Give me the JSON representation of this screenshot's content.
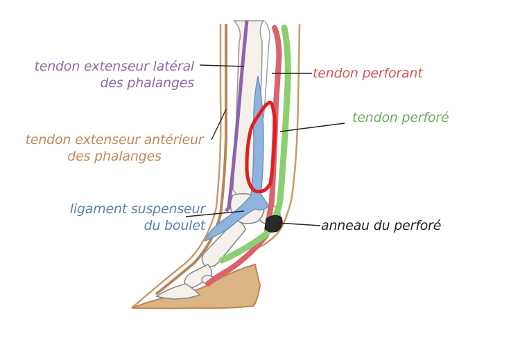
{
  "labels": {
    "lateral_extensor": {
      "line1": "tendon extenseur latéral",
      "line2": "des phalanges",
      "color": "#8a6aa6"
    },
    "anterior_extensor": {
      "line1": "tendon extenseur antérieur",
      "line2": "des phalanges",
      "color": "#c08a5a"
    },
    "suspensory": {
      "line1": "ligament suspenseur",
      "line2": "du boulet",
      "color": "#5a7fb0"
    },
    "deep_flexor": {
      "line1": "tendon perforant",
      "color": "#d2555c"
    },
    "superficial_flexor": {
      "line1": "tendon perforé",
      "color": "#6cb060"
    },
    "manica": {
      "line1": "anneau du perforé",
      "color": "#222222"
    }
  },
  "colors": {
    "skin_outline": "#c79a6a",
    "bone_fill": "#f5f1ea",
    "hoof_fill": "#dcb585",
    "purple_tendon": "#8e62b0",
    "blue_ligament": "#8fb3dc",
    "red_tendon": "#d9646b",
    "green_tendon": "#8ccf70",
    "highlight": "#e02020"
  }
}
